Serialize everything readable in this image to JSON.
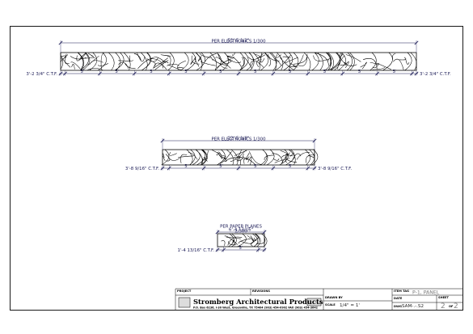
{
  "panels": [
    {
      "top": "51'-5 1/2\"",
      "note": "PER ELECTRONICS 1/300",
      "left": "3'-2 3/4\" C.T.F.",
      "right": "3'-2 3/4\" C.T.F.",
      "spacing": "5'",
      "count": 10
    },
    {
      "top": "22'-5 1/8\"",
      "note": "PER ELECTRONICS 1/300",
      "left": "3'-8 9/16\" C.T.F.",
      "right": "3'-8 9/16\" C.T.F.",
      "spacing": "5'",
      "count": 4
    },
    {
      "top": "6'-4 13/16\"",
      "note": "PER PAPER PLANES",
      "note2": "2/300",
      "left": "1'-4 13/16\" C.T.F.",
      "spacing": "5'",
      "count": 1
    }
  ],
  "title_block": {
    "project_label": "PROJECT",
    "revisions_label": "REVISIONS",
    "company": "Stromberg Architectural Products",
    "address": "P.O. Box 6236, I-30 West, Greenville, TX 75404  (903) 454-0902  FAX (903) 454-3642",
    "drawn_by_label": "DRAWN BY",
    "scale_label": "SCALE",
    "scale_value": "1/4\" = 1'",
    "item_tag_label": "ITEM TAG",
    "item_tag_value": "P-1, PANEL",
    "date_label": "DATE",
    "sheet_label": "SHEET",
    "dwg_label": "DWG",
    "dwg_value": "SAM-.-.S2",
    "sheet_num": "2",
    "of_label": "OF",
    "sheet_total": "2"
  }
}
